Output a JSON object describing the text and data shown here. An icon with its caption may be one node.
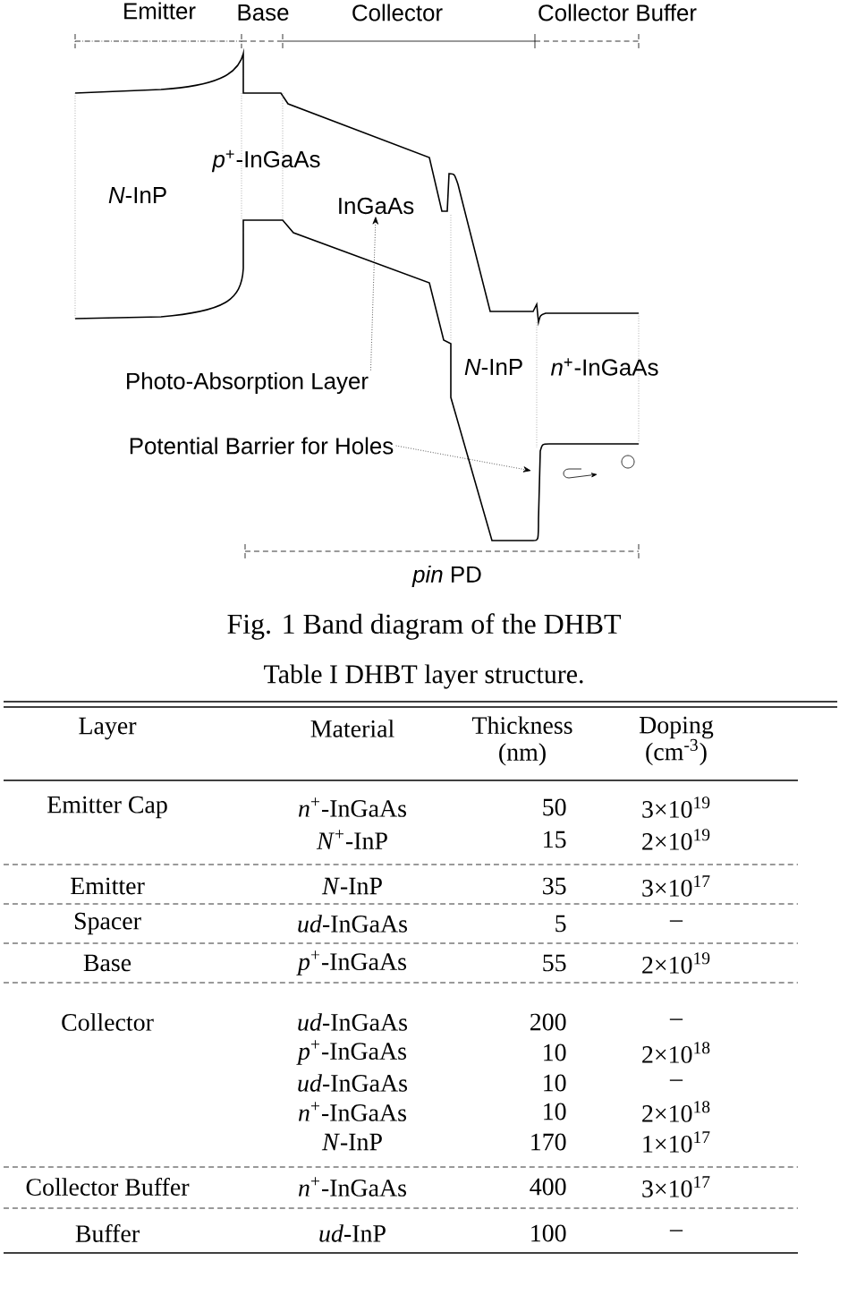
{
  "diagram": {
    "caption": "Fig. 1 Band diagram of the DHBT",
    "nodes": [
      {
        "text": [
          "InGaAs"
        ]
      },
      {
        "text": [
          "Photo-Absorption Layer"
        ]
      },
      {
        "text": [
          "Potential Barrier for Holes"
        ]
      }
    ],
    "edges": [
      {
        "from": 1,
        "to": 0,
        "arrow": "to",
        "style": "dashed"
      },
      {
        "from": 2,
        "to": null,
        "arrow": "to",
        "style": "dashed"
      }
    ],
    "labels": [
      "Emitter",
      "Base",
      "Collector",
      "Collector Buffer",
      "*N*-InP",
      "*p*$^{+}$-InGaAs",
      "*N*-InP",
      "*n*$^{+}$-InGaAs",
      "*pin* PD",
      "Table I DHBT layer structure.",
      "Layer",
      "Material",
      "Thickness (nm)",
      "Doping (cm$^{-3}$)",
      "Emitter Cap",
      "*n*$^{+}$-InGaAs",
      "50",
      "3×10$^{19}$",
      "*N*$^{+}$-InP",
      "15",
      "2×10$^{19}$",
      "Emitter",
      "*N*-InP",
      "35",
      "3×10$^{17}$",
      "Spacer",
      "*ud*-InGaAs",
      "5",
      "–",
      "Base",
      "*p*$^{+}$-InGaAs",
      "55",
      "2×10$^{19}$",
      "Collector",
      "*ud*-InGaAs",
      "200",
      "–",
      "*p*$^{+}$-InGaAs",
      "10",
      "2×10$^{18}$",
      "*ud*-InGaAs",
      "10",
      "–",
      "*n*$^{+}$-InGaAs",
      "10",
      "2×10$^{18}$",
      "*N*-InP",
      "170",
      "1×10$^{17}$",
      "Collector Buffer",
      "*n*$^{+}$-InGaAs",
      "400",
      "3×10$^{17}$",
      "Buffer",
      "*ud*-InP",
      "100",
      "–"
    ]
  }
}
